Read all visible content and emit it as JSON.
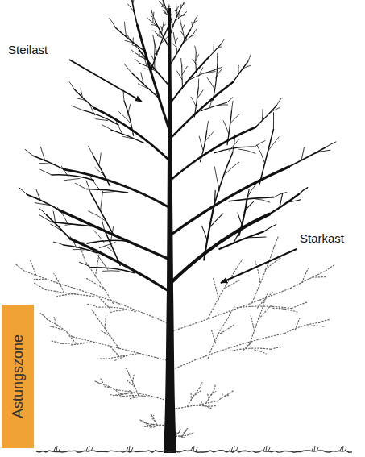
{
  "diagram": {
    "nodes": [
      {
        "text": [
          "Astungszone"
        ]
      }
    ],
    "labels": [
      "Steilast",
      "Starkast"
    ]
  }
}
